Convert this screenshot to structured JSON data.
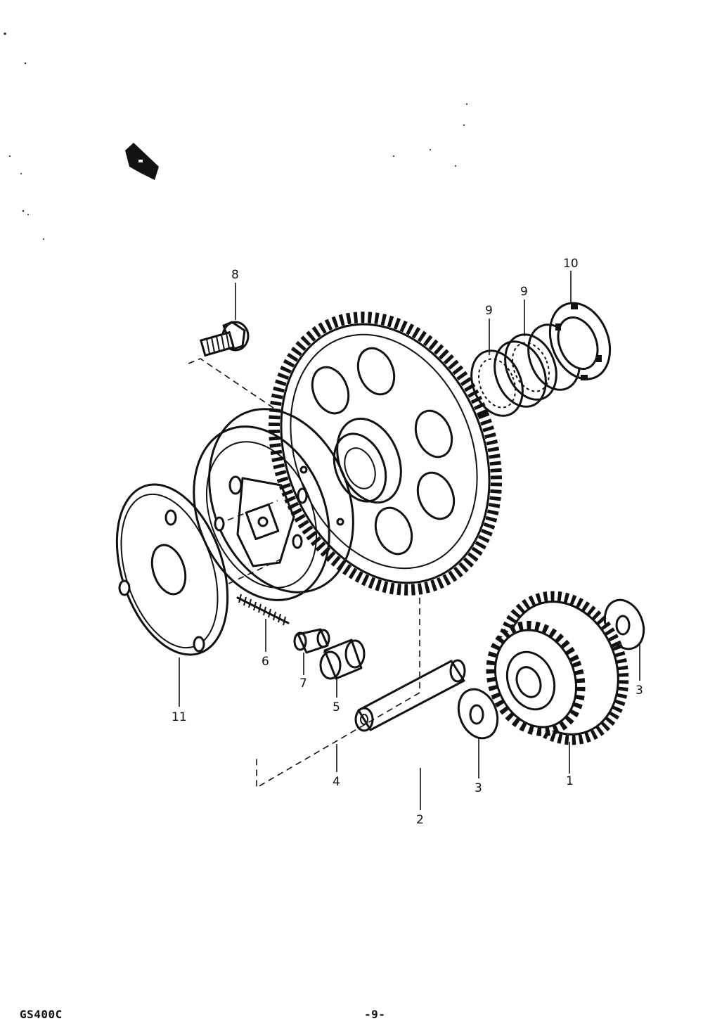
{
  "footer": {
    "model": "GS400C",
    "page": "-9-"
  },
  "callouts": {
    "c1": "1",
    "c2": "2",
    "c3a": "3",
    "c3b": "3",
    "c4": "4",
    "c5": "5",
    "c6": "6",
    "c7": "7",
    "c8": "8",
    "c9a": "9",
    "c9b": "9",
    "c10": "10",
    "c11": "11"
  }
}
